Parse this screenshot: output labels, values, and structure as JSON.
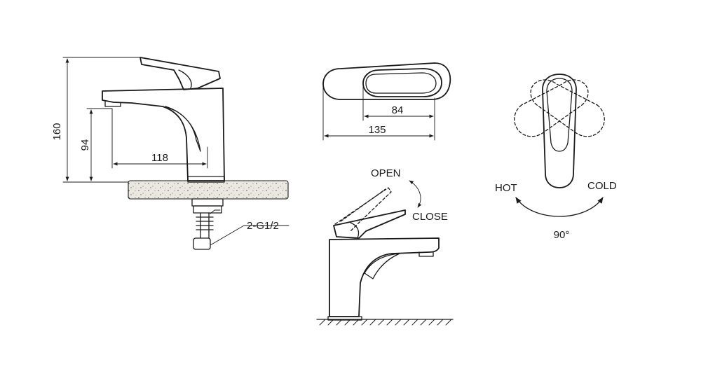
{
  "side_view": {
    "height_total": "160",
    "spout_height": "94",
    "spout_reach": "118",
    "connection": "2-G1/2"
  },
  "top_view": {
    "handle_length": "84",
    "overall_length": "135"
  },
  "operation_view": {
    "open_label": "OPEN",
    "close_label": "CLOSE"
  },
  "temperature_view": {
    "hot_label": "HOT",
    "cold_label": "COLD",
    "rotation_angle": "90°"
  },
  "colors": {
    "line": "#1a1a1a",
    "counter_fill": "#e9e6df"
  }
}
